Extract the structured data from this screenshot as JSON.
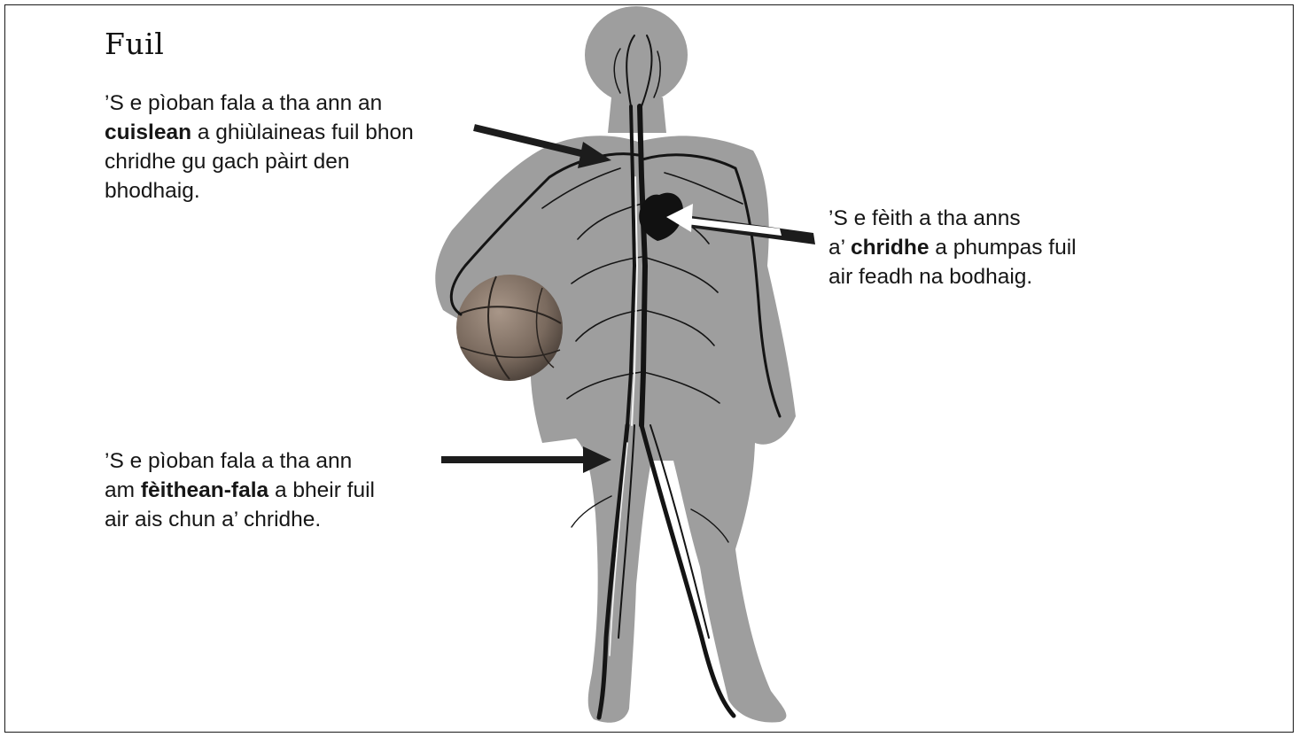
{
  "title": "Fuil",
  "labels": {
    "artery": {
      "lines": [
        [
          "’S e pìoban fala a tha ann an",
          "",
          ""
        ],
        [
          "",
          "cuislean",
          " a ghiùlaineas fuil bhon"
        ],
        [
          "chridhe gu gach pàirt den",
          "",
          ""
        ],
        [
          "bhodhaig.",
          "",
          ""
        ]
      ]
    },
    "heart": {
      "lines": [
        [
          "’S e fèith a tha anns",
          "",
          ""
        ],
        [
          "a’ ",
          "chridhe",
          " a phumpas fuil"
        ],
        [
          "air feadh na bodhaig.",
          "",
          ""
        ]
      ]
    },
    "vein": {
      "lines": [
        [
          "’S e pìoban fala a tha ann",
          "",
          ""
        ],
        [
          "am ",
          "fèithean-fala",
          " a bheir fuil"
        ],
        [
          "air ais chun a’ chridhe.",
          "",
          ""
        ]
      ]
    }
  },
  "colors": {
    "silhouette": "#9e9e9e",
    "vessels": "#141414",
    "arteries_highlight": "#f2f2f2",
    "ball": "#7a6a5e",
    "arrow_dark": "#1c1c1c",
    "arrow_light": "#ffffff"
  }
}
